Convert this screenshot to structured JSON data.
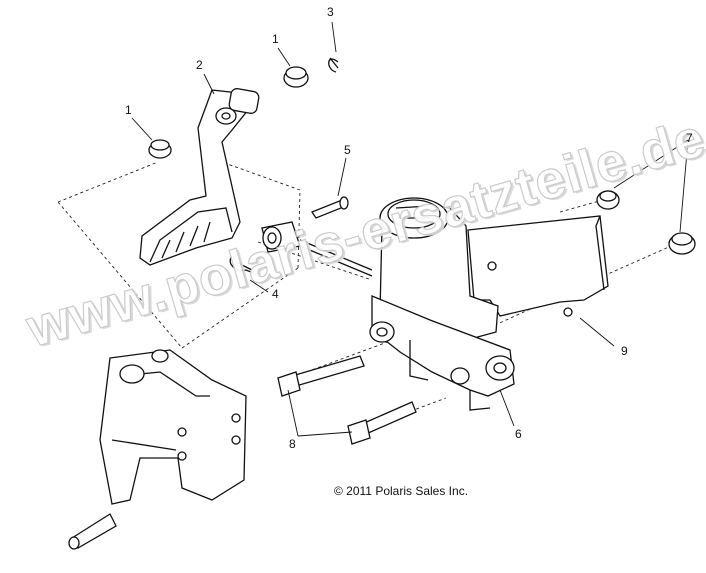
{
  "callouts": [
    {
      "id": "c1a",
      "label": "1"
    },
    {
      "id": "c1b",
      "label": "1"
    },
    {
      "id": "c2",
      "label": "2"
    },
    {
      "id": "c3",
      "label": "3"
    },
    {
      "id": "c4",
      "label": "4"
    },
    {
      "id": "c5",
      "label": "5"
    },
    {
      "id": "c6",
      "label": "6"
    },
    {
      "id": "c7",
      "label": "7"
    },
    {
      "id": "c8",
      "label": "8"
    },
    {
      "id": "c9",
      "label": "9"
    }
  ],
  "copyright": "© 2011 Polaris Sales Inc.",
  "watermark": "www.polaris-ersatzteile.de"
}
